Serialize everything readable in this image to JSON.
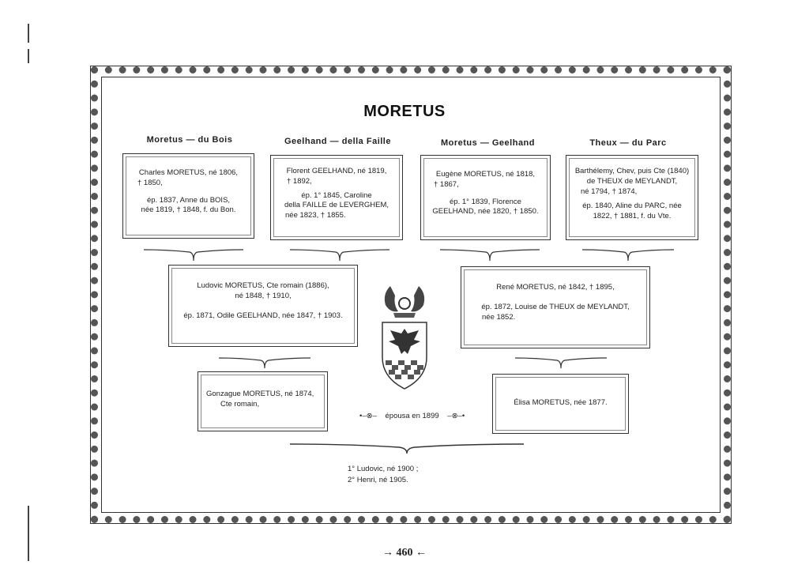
{
  "title": "MORETUS",
  "page_number": "460",
  "columns": [
    {
      "heading": "Moretus — du Bois",
      "lines": [
        "Charles MORETUS, né 1806,",
        "† 1850,",
        "ép. 1837, Anne du BOIS,",
        "née 1819, † 1848, f. du Bon."
      ]
    },
    {
      "heading": "Geelhand — della Faille",
      "lines": [
        "Florent GEELHAND, né 1819,",
        "† 1892,",
        "ép. 1° 1845, Caroline",
        "della FAILLE de LEVERGHEM,",
        "née 1823, † 1855."
      ]
    },
    {
      "heading": "Moretus — Geelhand",
      "lines": [
        "Eugène MORETUS, né 1818,",
        "† 1867,",
        "ép. 1° 1839, Florence",
        "GEELHAND, née 1820, † 1850."
      ]
    },
    {
      "heading": "Theux — du Parc",
      "lines": [
        "Barthélemy, Chev, puis Cte (1840)",
        "de THEUX de MEYLANDT,",
        "né 1794, † 1874,",
        "ép. 1840, Aline du PARC, née",
        "1822, † 1881, f. du Vte."
      ]
    }
  ],
  "middle_left": {
    "lines": [
      "Ludovic MORETUS, Cte romain (1886),",
      "né 1848, † 1910,",
      "ép. 1871, Odile GEELHAND, née 1847, † 1903."
    ]
  },
  "middle_right": {
    "lines": [
      "René MORETUS, né 1842, † 1895,",
      "ép. 1872, Louise de THEUX de MEYLANDT,",
      "née 1852."
    ]
  },
  "bottom_left": {
    "lines": [
      "Gonzague MORETUS, né 1874,",
      "Cte romain,"
    ]
  },
  "bottom_right": {
    "lines": [
      "Élisa MORETUS, née 1877."
    ]
  },
  "married_text": "épousa en 1899",
  "children": [
    "1° Ludovic, né 1900 ;",
    "2° Henri, né 1905."
  ]
}
